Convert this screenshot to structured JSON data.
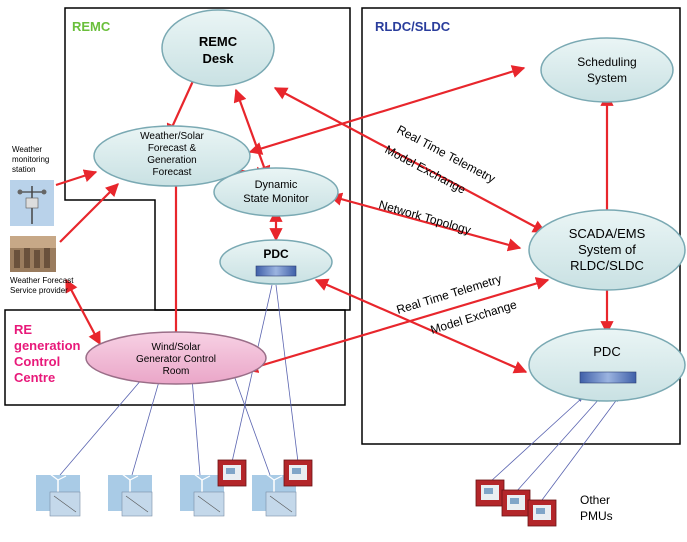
{
  "regions": {
    "remc": "REMC",
    "rldc": "RLDC/SLDC",
    "re_line1": "RE",
    "re_line2": "generation",
    "re_line3": "Control",
    "re_line4": "Centre"
  },
  "nodes": {
    "remc_desk": [
      "REMC",
      "Desk"
    ],
    "forecast": [
      "Weather/Solar",
      "Forecast &",
      "Generation",
      "Forecast"
    ],
    "dsm": [
      "Dynamic",
      "State Monitor"
    ],
    "pdc_remc": [
      "PDC"
    ],
    "scheduling": [
      "Scheduling",
      "System"
    ],
    "scada": [
      "SCADA/EMS",
      "System of",
      "RLDC/SLDC"
    ],
    "pdc_rldc": [
      "PDC"
    ],
    "wind_solar": [
      "Wind/Solar",
      "Generator Control",
      "Room"
    ]
  },
  "side_labels": {
    "weather_station": [
      "Weather",
      "monitoring",
      "station"
    ],
    "forecast_provider": [
      "Weather Forecast",
      "Service provider"
    ],
    "other_pmus": [
      "Other",
      "PMUs"
    ]
  },
  "link_labels": {
    "rt_upper": "Real Time Telemetry",
    "model_upper": "Model Exchange",
    "network": "Network Topology",
    "rt_lower": "Real Time Telemetry",
    "model_lower": "Model Exchange"
  },
  "colors": {
    "node_fill": "#d6eaea",
    "node_stroke": "#7aa9b3",
    "pink_fill": "#f0b8d4",
    "arrow": "#e8262c",
    "remc_title": "#6abf3b",
    "rldc_title": "#2a3d9c",
    "re_title": "#e8197a",
    "thin_line": "#7a86c4"
  }
}
